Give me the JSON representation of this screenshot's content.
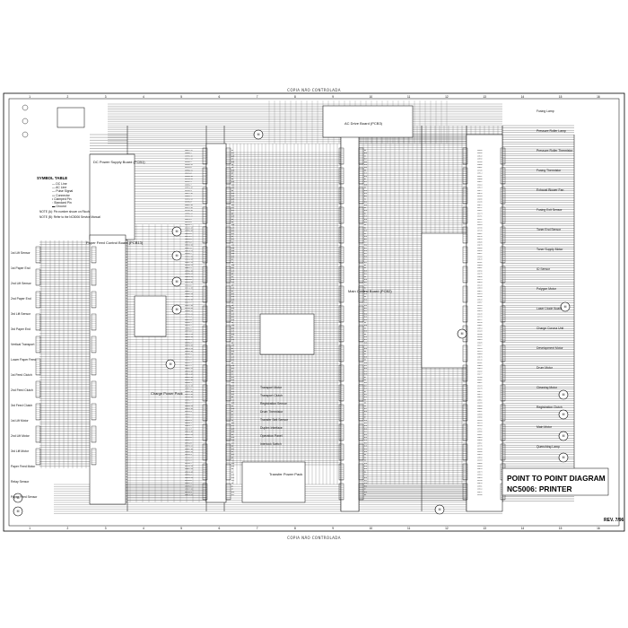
{
  "sheet": {
    "top_stamp": "COPIA NÃO CONTROLADA",
    "bottom_stamp": "COPIA NÃO CONTROLADA",
    "title_line1": "POINT TO POINT DIAGRAM",
    "title_line2": "NC5006: PRINTER",
    "revision": "REV. 7/96",
    "column_markers": [
      "1",
      "2",
      "3",
      "4",
      "5",
      "6",
      "7",
      "8",
      "9",
      "10",
      "11",
      "12",
      "13",
      "14",
      "15",
      "16"
    ]
  },
  "symbol_table": {
    "title": "SYMBOL TABLE",
    "rows": [
      "— DC Line",
      "— AC Line",
      "— Pulse Signal",
      "▭ Connector",
      "• Clamped Pin",
      "◦ Standard Pin",
      "▬ Ground"
    ]
  },
  "boards": {
    "ac_drive": "AC Drive Board (PCB3)",
    "dc_power": "DC Power Supply Board (PCB1)",
    "paper_feed": "Paper Feed Control Board (PCB13)",
    "main_control": "Main Control Board (PCB2)",
    "transfer": "Transfer Power Pack",
    "charge": "Charge Power Pack"
  },
  "component_labels": {
    "left_column": [
      "1st Lift Sensor",
      "1st Paper End",
      "2nd Lift Sensor",
      "2nd Paper End",
      "3rd Lift Sensor",
      "3rd Paper End",
      "Vertical Transport",
      "Lower Paper Feed",
      "1st Feed Clutch",
      "2nd Feed Clutch",
      "3rd Feed Clutch",
      "1st Lift Motor",
      "2nd Lift Motor",
      "3rd Lift Motor",
      "Paper Feed Motor",
      "Relay Sensor",
      "Paper Feed Sensor"
    ],
    "right_column": [
      "Fusing Lamp",
      "Pressure Roller Lamp",
      "Pressure Roller Thermistor",
      "Fusing Thermistor",
      "Exhaust Blower Fan",
      "Fusing Exit Sensor",
      "Toner End Sensor",
      "Toner Supply Motor",
      "ID Sensor",
      "Polygon Motor",
      "Laser Diode Board",
      "Charge Corona Unit",
      "Development Motor",
      "Drum Motor",
      "Cleaning Motor",
      "Registration Clutch",
      "Main Motor",
      "Quenching Lamp"
    ],
    "center": [
      "Transport Motor",
      "Transport Clutch",
      "Registration Sensor",
      "Drum Thermistor",
      "Transfer Belt Sensor",
      "Duplex Interface",
      "Operation Panel",
      "Interlock Switch"
    ],
    "notes": [
      "NOTE (A): Pin number shown on Ricoh",
      "NOTE (B): Refer to the NC5006 Service Manual"
    ]
  }
}
